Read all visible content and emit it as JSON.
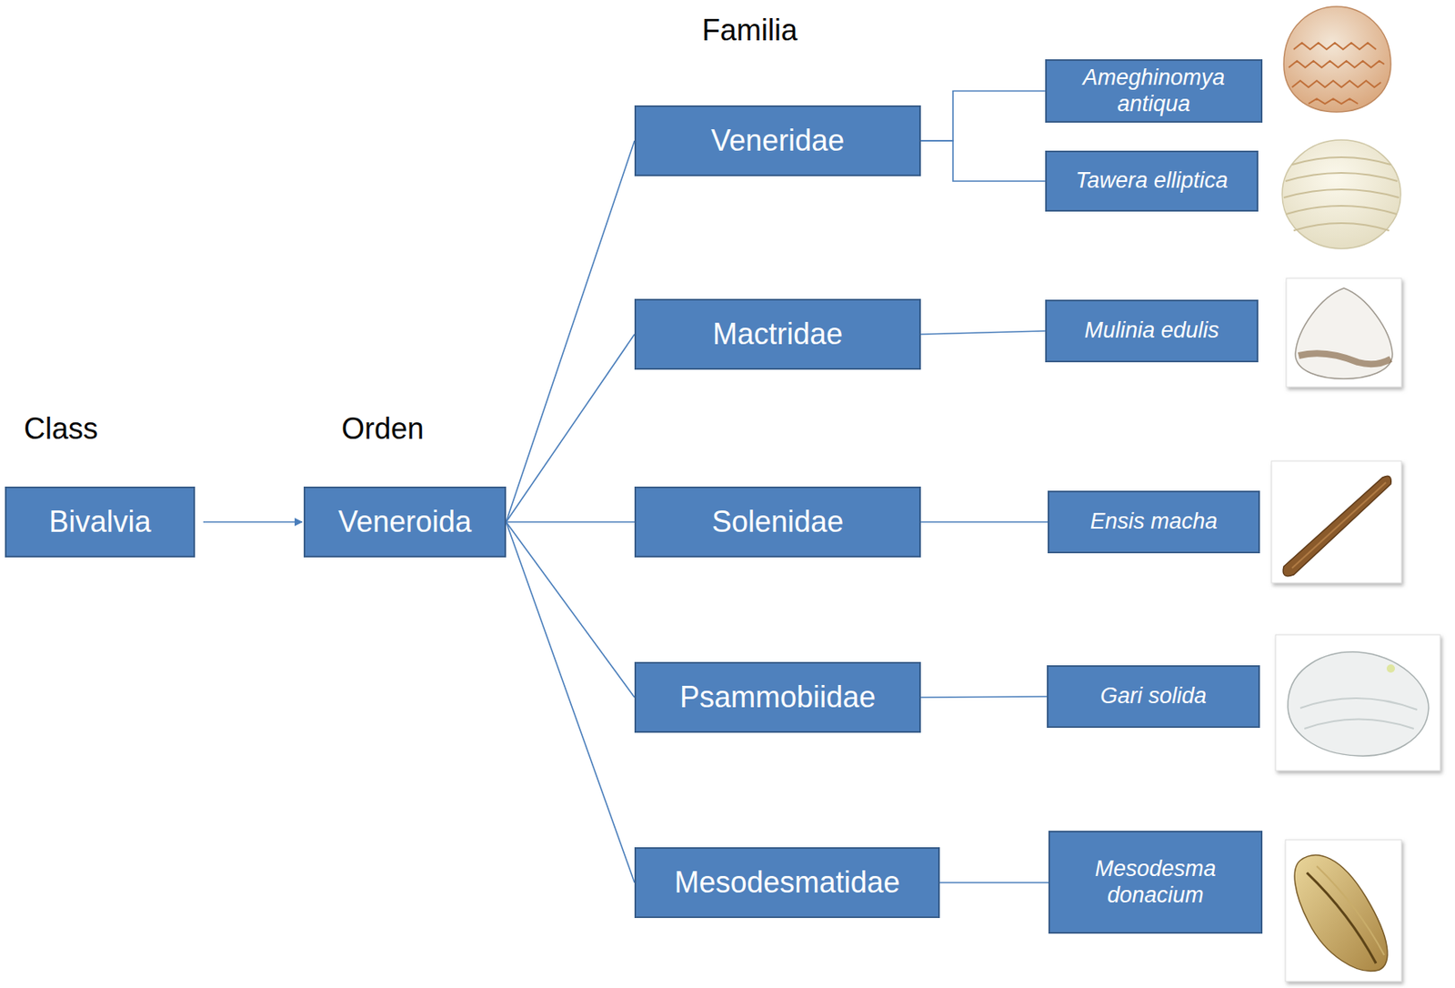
{
  "diagram": {
    "nodes": [
      {
        "text": [
          "Bivalvia"
        ]
      },
      {
        "text": [
          "Veneroida"
        ]
      },
      {
        "text": [
          "Veneridae"
        ]
      },
      {
        "text": [
          "Ameghinomya antiqua"
        ]
      },
      {
        "text": [
          "Tawera elliptica"
        ]
      },
      {
        "text": [
          "Mactridae"
        ]
      },
      {
        "text": [
          "Mulinia edulis"
        ]
      },
      {
        "text": [
          "Solenidae"
        ]
      },
      {
        "text": [
          "Ensis macha"
        ]
      },
      {
        "text": [
          "Psammobiidae"
        ]
      },
      {
        "text": [
          "Gari solida"
        ]
      },
      {
        "text": [
          "Mesodesmatidae"
        ]
      },
      {
        "text": [
          "Mesodesma donacium"
        ]
      }
    ],
    "edges": [
      {
        "from": 0,
        "to": 1,
        "arrow": "to"
      },
      {
        "from": 1,
        "to": 2,
        "arrow": "none"
      },
      {
        "from": 1,
        "to": 5,
        "arrow": "none"
      },
      {
        "from": 1,
        "to": 7,
        "arrow": "none"
      },
      {
        "from": 1,
        "to": 9,
        "arrow": "none"
      },
      {
        "from": 1,
        "to": 11,
        "arrow": "none"
      },
      {
        "from": 2,
        "to": 3,
        "arrow": "none"
      },
      {
        "from": 2,
        "to": 4,
        "arrow": "none"
      },
      {
        "from": 5,
        "to": 6,
        "arrow": "none"
      },
      {
        "from": 7,
        "to": 8,
        "arrow": "none"
      },
      {
        "from": 9,
        "to": 10,
        "arrow": "none"
      },
      {
        "from": 11,
        "to": 12,
        "arrow": "none"
      }
    ],
    "labels": [
      "Familia",
      "Class",
      "Orden"
    ]
  }
}
